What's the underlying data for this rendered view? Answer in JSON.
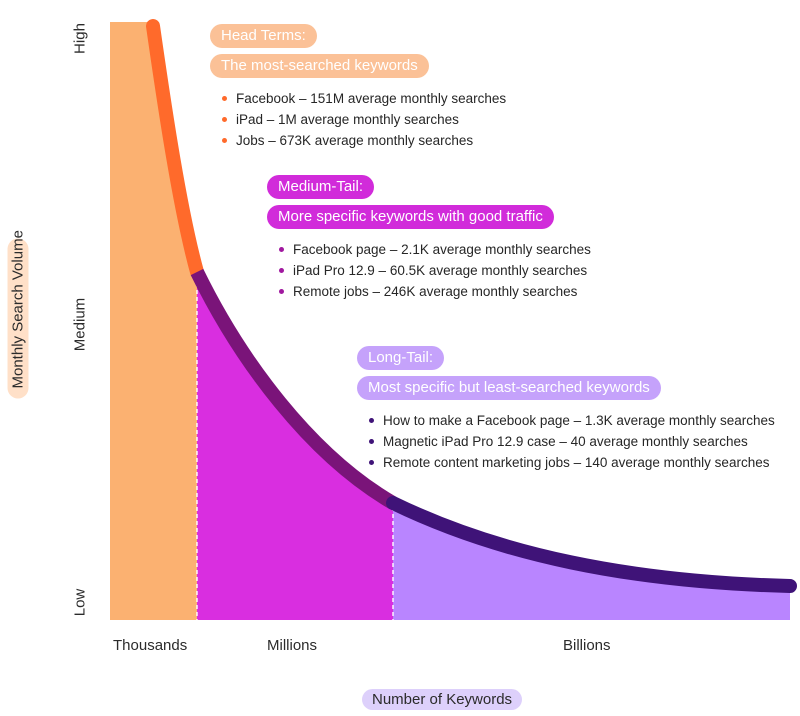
{
  "y_axis": {
    "title": "Monthly Search Volume",
    "levels": [
      "High",
      "Medium",
      "Low"
    ]
  },
  "x_axis": {
    "title": "Number of Keywords",
    "groups": [
      "Thousands",
      "Millions",
      "Billions"
    ]
  },
  "colors": {
    "head_fill": "#fbb171",
    "head_curve": "#ff6a2b",
    "medium_fill": "#d92ee0",
    "medium_curve": "#7a1479",
    "long_fill": "#b985ff",
    "long_curve": "#3f1378",
    "head_pill": "#fbc197",
    "medium_pill": "#d12bda",
    "long_pill": "#c5a2fb",
    "y_pill": "#ffe0c8",
    "x_pill": "#ddd0fb"
  },
  "sections": {
    "head": {
      "title": "Head Terms:",
      "subtitle": "The most-searched keywords",
      "bullets": [
        "Facebook – 151M average monthly searches",
        "iPad – 1M average monthly searches",
        "Jobs – 673K average monthly searches"
      ]
    },
    "medium": {
      "title": "Medium-Tail:",
      "subtitle": "More specific keywords with good traffic",
      "bullets": [
        "Facebook page – 2.1K average monthly searches",
        "iPad Pro 12.9 – 60.5K average monthly searches",
        "Remote jobs – 246K average monthly searches"
      ]
    },
    "long": {
      "title": "Long-Tail:",
      "subtitle": "Most specific but least-searched keywords",
      "bullets": [
        "How to make a Facebook page – 1.3K average monthly searches",
        "Magnetic iPad Pro 12.9 case – 40 average monthly searches",
        "Remote content marketing jobs – 140 average monthly searches"
      ]
    }
  }
}
